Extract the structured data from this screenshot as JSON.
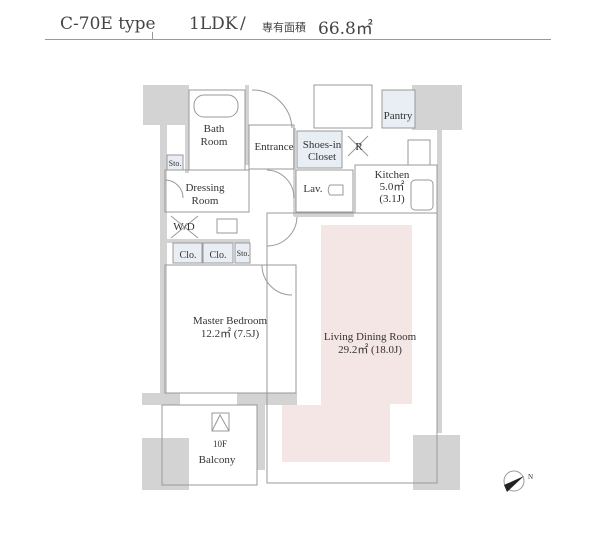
{
  "header": {
    "type_name": "C-70E type",
    "layout": "1LDK",
    "separator": "/",
    "area_label": "専有面積",
    "area_value": "66.8㎡"
  },
  "rooms": {
    "bath": [
      "Bath",
      "Room"
    ],
    "entrance": "Entrance",
    "shoes": [
      "Shoes-in",
      "Closet"
    ],
    "fridge": "R",
    "pantry": "Pantry",
    "kitchen": [
      "Kitchen",
      "5.0㎡",
      "(3.1J)"
    ],
    "lav": "Lav.",
    "sto1": "Sto.",
    "dressing": [
      "Dressing",
      "Room"
    ],
    "wd": "W/D",
    "clo1": "Clo.",
    "clo2": "Clo.",
    "sto2": "Sto.",
    "master": [
      "Master Bedroom",
      "12.2㎡  (7.5J)"
    ],
    "ldr": [
      "Living Dining Room",
      "29.2㎡  (18.0J)"
    ],
    "floor": "10F",
    "balcony": "Balcony"
  },
  "compass": "N",
  "colors": {
    "wall": "#d3d3d3",
    "ldr": "#f5e6e6",
    "storage": "#e8eef3",
    "line": "#999999"
  }
}
